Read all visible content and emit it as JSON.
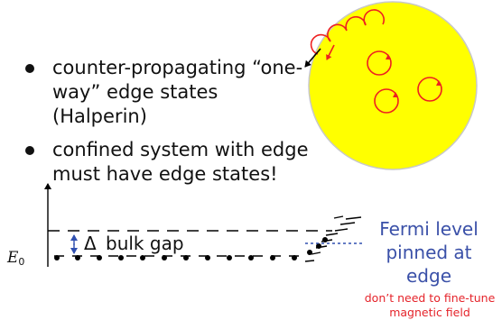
{
  "bullets": [
    "counter-propagating “one-way” edge states (Halperin)",
    "confined system with edge must have edge states!"
  ],
  "diagram": {
    "delta_symbol": "Δ",
    "gap_label": "bulk gap",
    "energy_label": "E",
    "energy_subscript": "0"
  },
  "fermi_label": "Fermi level pinned at edge",
  "note": "don’t need to fine-tune magnetic field",
  "colors": {
    "disk_fill": "#ffff00",
    "disk_stroke": "#c8c8c8",
    "orbit_red": "#ee2020",
    "arrow_blue": "#3050b0",
    "label_blue": "#3a50a8",
    "note_red": "#e5232a"
  }
}
